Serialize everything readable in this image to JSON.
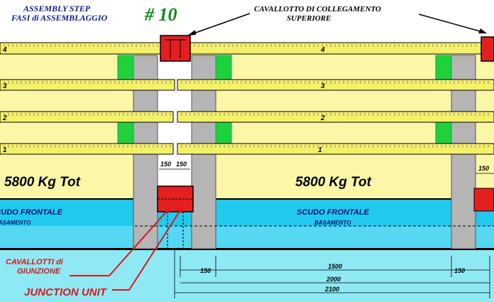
{
  "header": {
    "title_en": "ASSEMBLY STEP",
    "title_it": "FASI di ASSEMBLAGGIO",
    "step": "# 10",
    "callout_it_line1": "CAVALLOTTO  DI COLLEGAMENTO",
    "callout_it_line2": "SUPERIORE"
  },
  "beam_levels": {
    "left": [
      "4",
      "3",
      "2",
      "1"
    ],
    "right": [
      "4",
      "3",
      "2",
      "1"
    ]
  },
  "loads": {
    "left": "5800 Kg Tot",
    "right": "5800 Kg Tot"
  },
  "base": {
    "left_line1": "SCUDO FRONTALE",
    "left_line2": "BASAMENTO",
    "right_line1": "SCUDO FRONTALE",
    "right_line2": "BASAMENTO"
  },
  "labels": {
    "junction_it_line1": "CAVALLOTTI di",
    "junction_it_line2": "GIUNZIONE",
    "junction_en": "JUNCTION UNIT"
  },
  "dimensions": {
    "gap_left": "150",
    "gap_right": "150",
    "right_gap": "150",
    "seg_left": "150",
    "seg_mid": "1500",
    "seg_right": "150",
    "total_inner": "2000",
    "total_outer": "2100"
  },
  "colors": {
    "beam_yellow": "#f5f06a",
    "beam_edge": "#000000",
    "upright_gray": "#b5b5b5",
    "bracket_green": "#1fd13a",
    "connector_red": "#e51f1f",
    "panel_yellow": "#fbf7a6",
    "base_cyan": "#21c9ef",
    "floor_cyan": "#8ee9f5",
    "title_blue": "#0b1e8c",
    "step_green": "#0a8a14",
    "label_red": "#d81818"
  }
}
